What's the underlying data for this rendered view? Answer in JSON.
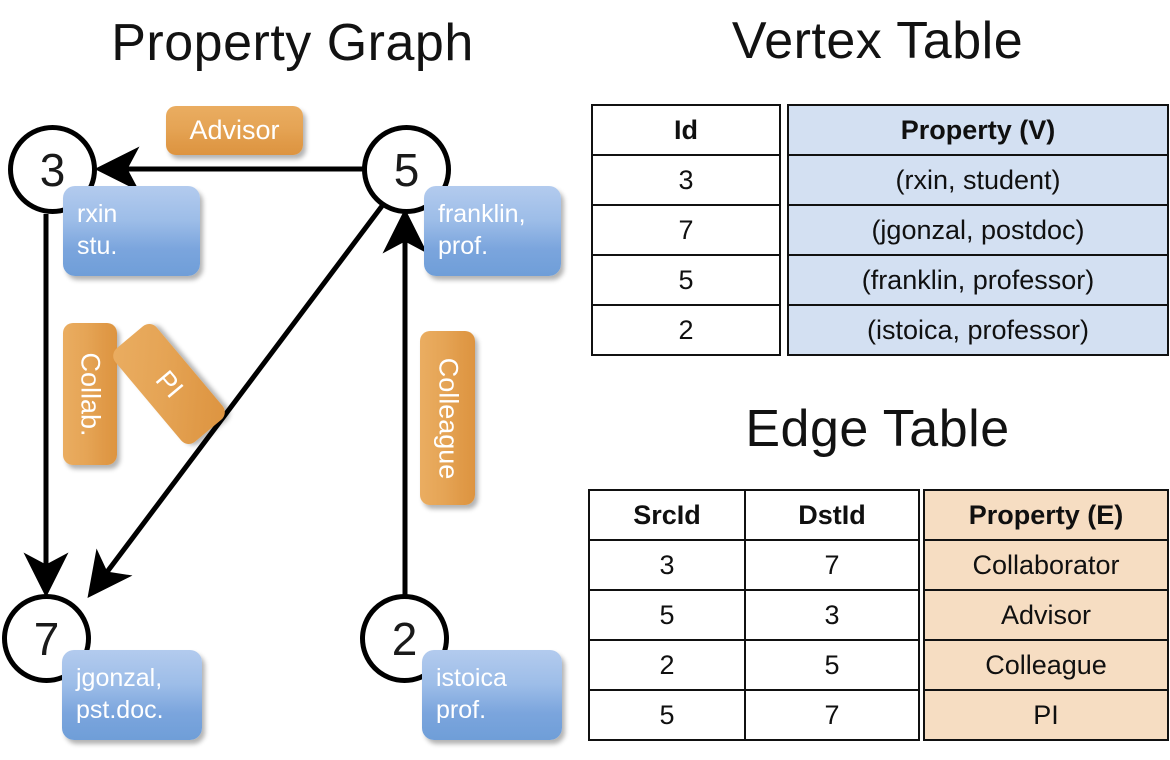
{
  "titles": {
    "property_graph": "Property Graph",
    "vertex_table": "Vertex Table",
    "edge_table": "Edge Table"
  },
  "graph": {
    "nodes": [
      {
        "id": "3",
        "name": "rxin",
        "role": "stu."
      },
      {
        "id": "5",
        "name": "franklin,",
        "role": "prof."
      },
      {
        "id": "7",
        "name": "jgonzal,",
        "role": "pst.doc."
      },
      {
        "id": "2",
        "name": "istoica",
        "role": "prof."
      }
    ],
    "edge_labels": [
      {
        "key": "advisor",
        "text": "Advisor"
      },
      {
        "key": "collab",
        "text": "Collab."
      },
      {
        "key": "pi",
        "text": "PI"
      },
      {
        "key": "colleague",
        "text": "Colleague"
      }
    ],
    "edges": [
      {
        "from": "5",
        "to": "3",
        "label": "Advisor"
      },
      {
        "from": "3",
        "to": "7",
        "label": "Collab."
      },
      {
        "from": "5",
        "to": "7",
        "label": "PI"
      },
      {
        "from": "2",
        "to": "5",
        "label": "Colleague"
      }
    ]
  },
  "vertex_table": {
    "headers": [
      "Id",
      "Property (V)"
    ],
    "rows": [
      {
        "id": "3",
        "property": "(rxin, student)"
      },
      {
        "id": "7",
        "property": "(jgonzal, postdoc)"
      },
      {
        "id": "5",
        "property": "(franklin, professor)"
      },
      {
        "id": "2",
        "property": "(istoica, professor)"
      }
    ]
  },
  "edge_table": {
    "headers": [
      "SrcId",
      "DstId",
      "Property (E)"
    ],
    "rows": [
      {
        "src": "3",
        "dst": "7",
        "property": "Collaborator"
      },
      {
        "src": "5",
        "dst": "3",
        "property": "Advisor"
      },
      {
        "src": "2",
        "dst": "5",
        "property": "Colleague"
      },
      {
        "src": "5",
        "dst": "7",
        "property": "PI"
      }
    ]
  },
  "colors": {
    "vertex_property_fill": "#d3e0f2",
    "edge_property_fill": "#f6ddc2",
    "node_box_blue": "#7ba5dd",
    "edge_label_orange": "#e5a455",
    "stroke": "#000000"
  }
}
